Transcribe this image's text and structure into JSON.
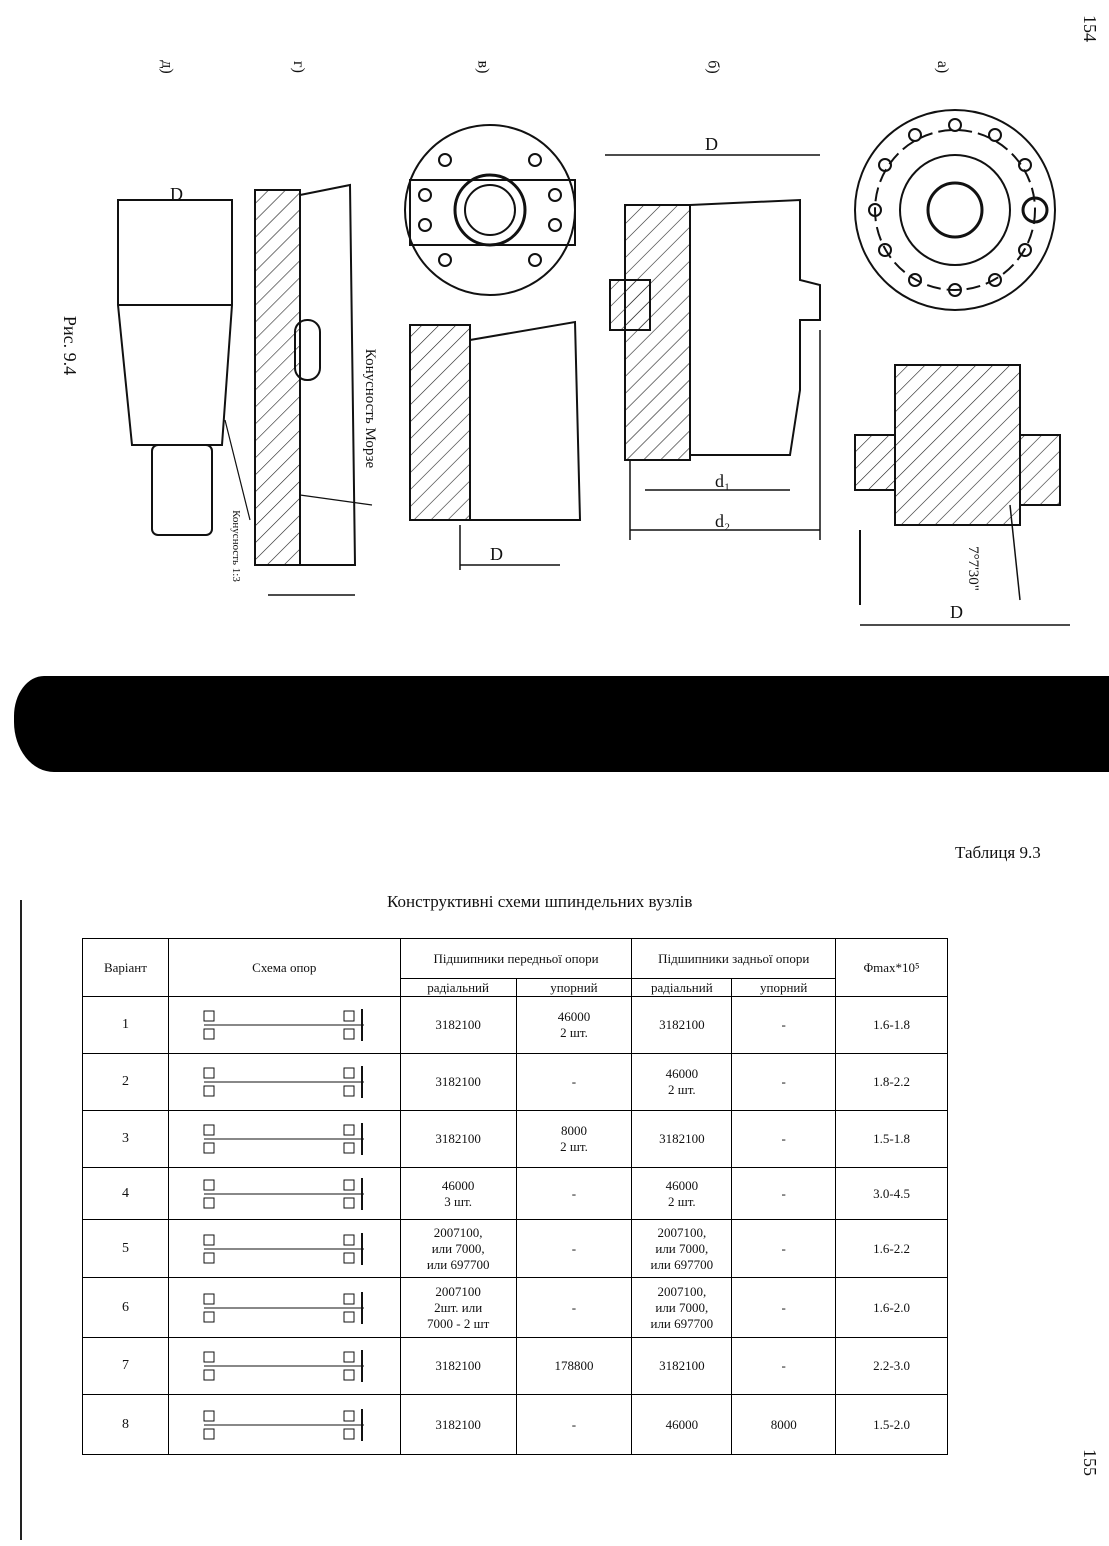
{
  "page_numbers": {
    "top": "154",
    "bottom": "155"
  },
  "figure": {
    "caption": "Рис. 9.4",
    "labels": [
      "а)",
      "б)",
      "в)",
      "г)",
      "д)"
    ],
    "dims": {
      "D": "D",
      "d1": "d₁",
      "d2": "d₂",
      "angle": "7°7'30\"",
      "cone_morse": "Конусность Морзе",
      "cone_small": "Конусность 1:3"
    }
  },
  "table": {
    "number": "Таблиця 9.3",
    "title": "Конструктивні схеми шпиндельних вузлів",
    "headers": {
      "variant": "Варіант",
      "scheme": "Схема опор",
      "front": "Підшипники передньої опори",
      "rear": "Підшипники задньої опори",
      "radial": "радіальний",
      "thrust": "упорний",
      "phi": "Φmax*10⁵"
    },
    "rows": [
      {
        "variant": "1",
        "front_radial": "3182100",
        "front_thrust": "46000\n2 шт.",
        "rear_radial": "3182100",
        "rear_thrust": "-",
        "phi": "1.6-1.8"
      },
      {
        "variant": "2",
        "front_radial": "3182100",
        "front_thrust": "-",
        "rear_radial": "46000\n2 шт.",
        "rear_thrust": "-",
        "phi": "1.8-2.2"
      },
      {
        "variant": "3",
        "front_radial": "3182100",
        "front_thrust": "8000\n2 шт.",
        "rear_radial": "3182100",
        "rear_thrust": "-",
        "phi": "1.5-1.8"
      },
      {
        "variant": "4",
        "front_radial": "46000\n3 шт.",
        "front_thrust": "-",
        "rear_radial": "46000\n2 шт.",
        "rear_thrust": "-",
        "phi": "3.0-4.5"
      },
      {
        "variant": "5",
        "front_radial": "2007100,\nили 7000,\nили 697700",
        "front_thrust": "-",
        "rear_radial": "2007100,\nили 7000,\nили 697700",
        "rear_thrust": "-",
        "phi": "1.6-2.2"
      },
      {
        "variant": "6",
        "front_radial": "2007100\n2шт. или\n7000 - 2 шт",
        "front_thrust": "-",
        "rear_radial": "2007100,\nили 7000,\nили 697700",
        "rear_thrust": "-",
        "phi": "1.6-2.0"
      },
      {
        "variant": "7",
        "front_radial": "3182100",
        "front_thrust": "178800",
        "rear_radial": "3182100",
        "rear_thrust": "-",
        "phi": "2.2-3.0"
      },
      {
        "variant": "8",
        "front_radial": "3182100",
        "front_thrust": "-",
        "rear_radial": "46000",
        "rear_thrust": "8000",
        "phi": "1.5-2.0"
      }
    ]
  }
}
